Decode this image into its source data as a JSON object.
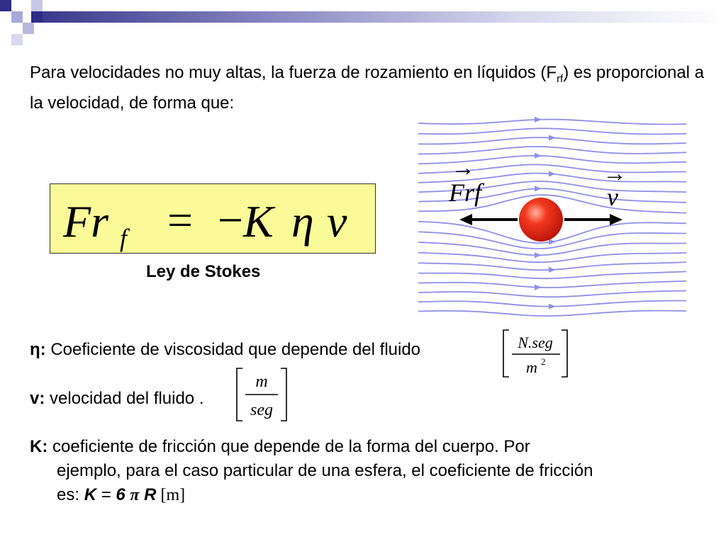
{
  "intro": {
    "text_before": "Para velocidades no muy altas, la fuerza de rozamiento en líquidos (F",
    "subscript": "rf",
    "text_after": ") es proporcional a la velocidad, de forma que:"
  },
  "formula": {
    "lhs": "Fr",
    "lhs_sub": "f",
    "equals": "=",
    "rhs_minus": "−",
    "rhs_k": "K",
    "rhs_eta": "η",
    "rhs_v": "v"
  },
  "stokes_label": "Ley de Stokes",
  "diagram": {
    "force_label": "Frf",
    "velocity_label": "v",
    "arrow_symbol": "→",
    "colors": {
      "stream": "#8f8fe8",
      "sphere": "#e8261a",
      "box": "#fafa98"
    }
  },
  "eta_line": {
    "symbol": "η:",
    "text": " Coeficiente de viscosidad que depende del fluido",
    "unit_num": "N.seg",
    "unit_den": "m",
    "unit_den_exp": "2"
  },
  "v_line": {
    "symbol": "v:",
    "text": " velocidad del fluido .",
    "unit_num": "m",
    "unit_den": "seg"
  },
  "k_line": {
    "symbol": "K:",
    "text1": " coeficiente de fricción que depende de la forma del cuerpo.  Por",
    "text2": "ejemplo, para el caso particular de una esfera, el coeficiente de fricción",
    "text3_pre": "es: ",
    "eq_k": "K",
    "eq_equals": " = ",
    "eq_six": "6 ",
    "eq_pi": "π",
    "eq_r": " R",
    "eq_unit": "  [m]"
  }
}
